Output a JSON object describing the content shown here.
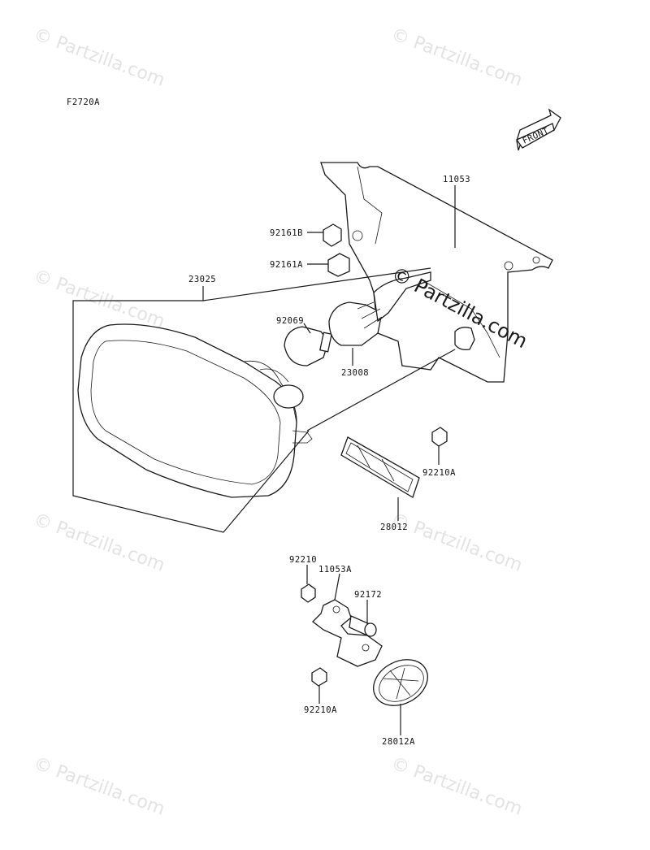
{
  "figure_code": "F2720A",
  "front_label": "FRONT",
  "watermark": {
    "text": "© Partzilla.com",
    "main_text": "© Partzilla.com"
  },
  "callouts": {
    "p11053": "11053",
    "p92161B": "92161B",
    "p92161A": "92161A",
    "p23025": "23025",
    "p92069": "92069",
    "p23008": "23008",
    "p92210A_upper": "92210A",
    "p28012": "28012",
    "p92210": "92210",
    "p11053A": "11053A",
    "p92172": "92172",
    "p92210A_lower": "92210A",
    "p28012A": "28012A"
  }
}
